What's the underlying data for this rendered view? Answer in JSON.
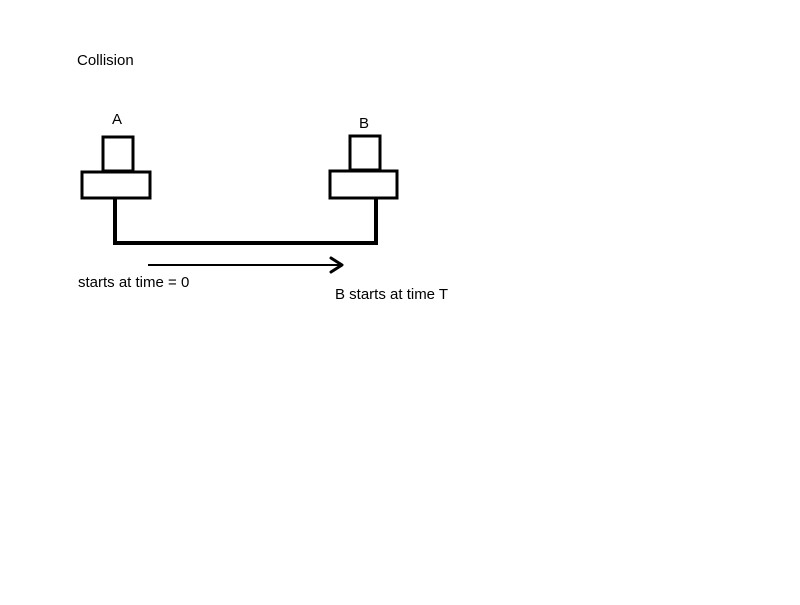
{
  "title": "Collision",
  "nodes": {
    "a": {
      "label": "A"
    },
    "b": {
      "label": "B"
    }
  },
  "annotations": {
    "a_start": "starts at time = 0",
    "b_start": "B starts at time T"
  },
  "colors": {
    "stroke": "#000000",
    "background": "#ffffff"
  },
  "icons": {
    "direction": "right-arrow-icon"
  }
}
